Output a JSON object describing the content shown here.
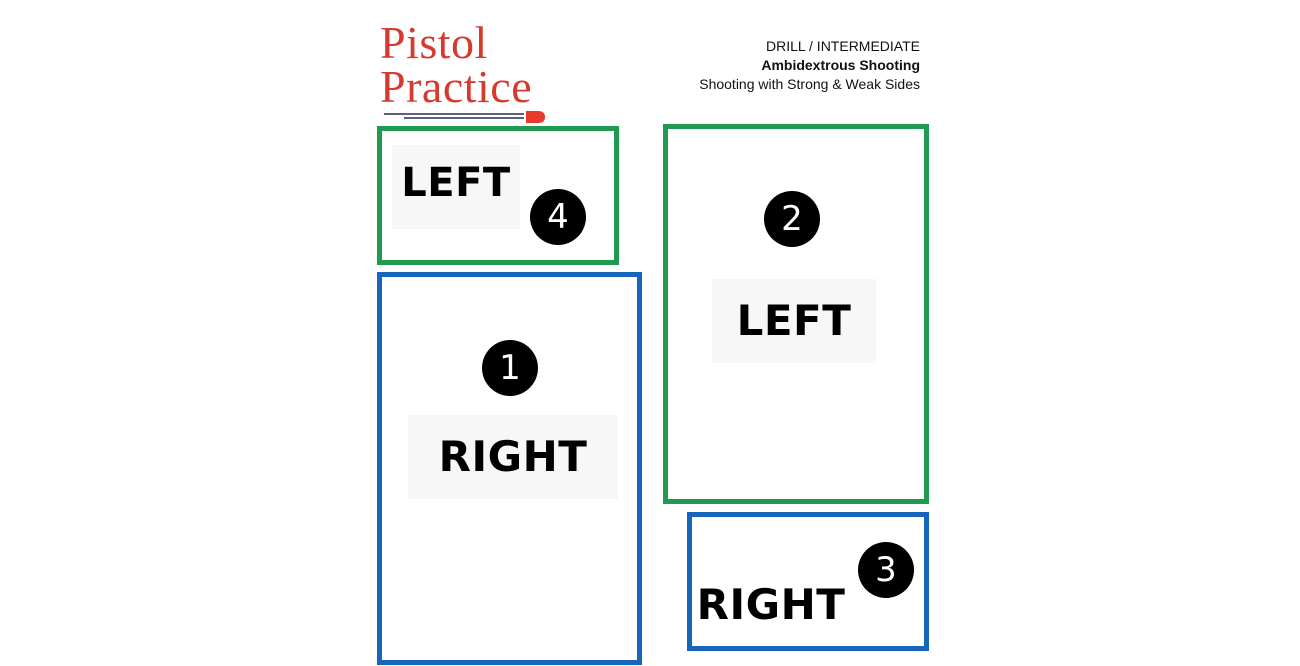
{
  "logo": {
    "line1": "Pistol",
    "line2": "Practice",
    "color": "#d63a2f"
  },
  "header": {
    "category": "DRILL / INTERMEDIATE",
    "title": "Ambidextrous Shooting",
    "subtitle": "Shooting with Strong & Weak Sides"
  },
  "colors": {
    "left": "#1f9a4f",
    "right": "#1566bb"
  },
  "targets": [
    {
      "number": "4",
      "label": "LEFT",
      "side": "left"
    },
    {
      "number": "2",
      "label": "LEFT",
      "side": "left"
    },
    {
      "number": "1",
      "label": "RIGHT",
      "side": "right"
    },
    {
      "number": "3",
      "label": "RIGHT",
      "side": "right"
    }
  ]
}
